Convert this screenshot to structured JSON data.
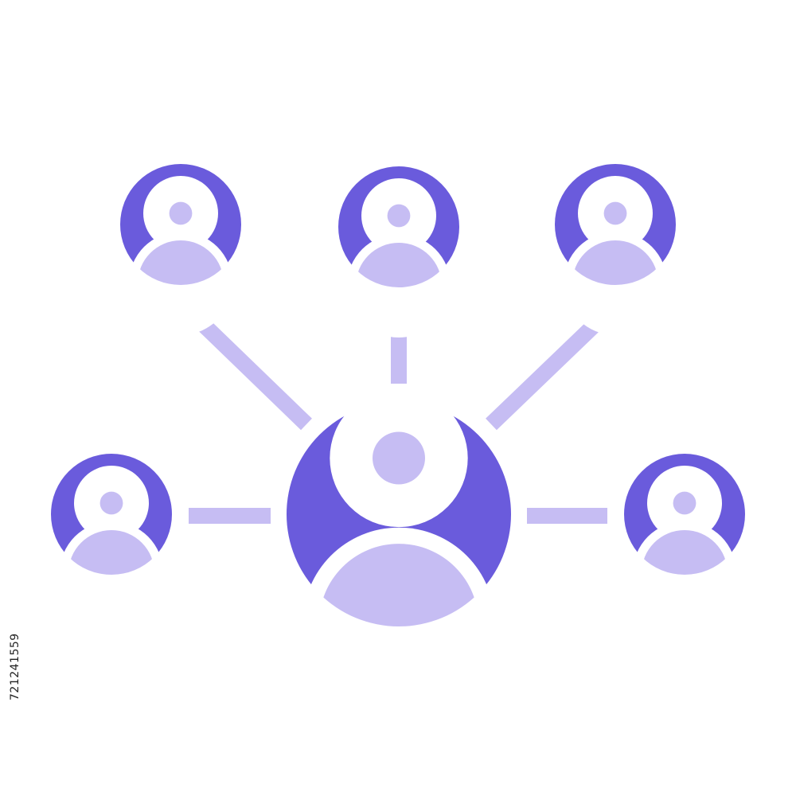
{
  "illustration": {
    "subject": "people network",
    "hub": {
      "icon": "user-icon",
      "role": "central-user"
    },
    "satellites": [
      {
        "icon": "user-icon",
        "role": "user-top-left"
      },
      {
        "icon": "user-icon",
        "role": "user-top-center"
      },
      {
        "icon": "user-icon",
        "role": "user-top-right"
      },
      {
        "icon": "user-icon",
        "role": "user-left"
      },
      {
        "icon": "user-icon",
        "role": "user-right"
      }
    ]
  },
  "colors": {
    "primary": "#6a5bdc",
    "secondary": "#c6bdf3",
    "background": "#ffffff"
  },
  "stock_id": "721241559"
}
